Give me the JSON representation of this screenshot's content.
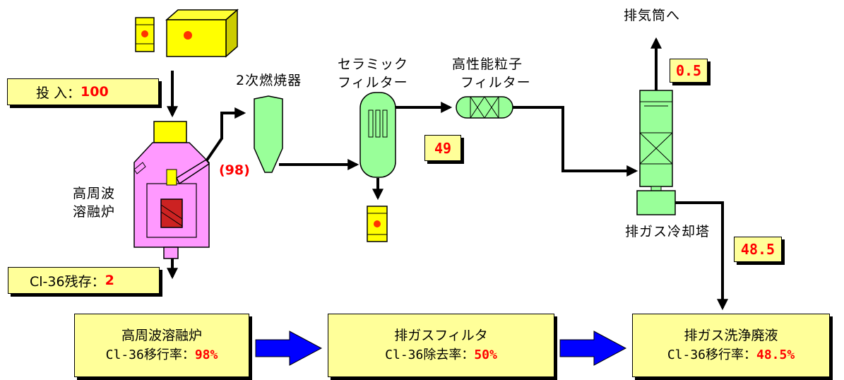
{
  "colors": {
    "equipment_green": "#99ff99",
    "furnace_pink": "#ff99ff",
    "box_yellow": "#ffff99",
    "drum_yellow": "#ffff00",
    "value_red": "#ff0000",
    "arrow_blue": "#0000ff"
  },
  "input": {
    "label": "投 入：",
    "value": "100"
  },
  "residue": {
    "label": "Cl-36残存：",
    "value": "2"
  },
  "furnace": {
    "label_line1": "高周波",
    "label_line2": "溶融炉"
  },
  "flow_furnace_out": "(98)",
  "secondary_burner": {
    "label": "2次燃焼器"
  },
  "ceramic_filter": {
    "label_line1": "セラミック",
    "label_line2": "フィルター"
  },
  "hepa_filter": {
    "label_line1": "高性能粒子",
    "label_line2": "フィルター"
  },
  "value_after_filter": "49",
  "stack_label": "排気筒へ",
  "value_to_stack": "0.5",
  "cooling_tower": {
    "label": "排ガス冷却塔"
  },
  "value_to_liquid": "48.5",
  "summary": [
    {
      "title": "高周波溶融炉",
      "rate_label": "Cl-36移行率：",
      "rate_value": "98%"
    },
    {
      "title": "排ガスフィルタ",
      "rate_label": "Cl-36除去率：",
      "rate_value": "50%"
    },
    {
      "title": "排ガス洗浄廃液",
      "rate_label": "Cl-36移行率：",
      "rate_value": "48.5%"
    }
  ]
}
